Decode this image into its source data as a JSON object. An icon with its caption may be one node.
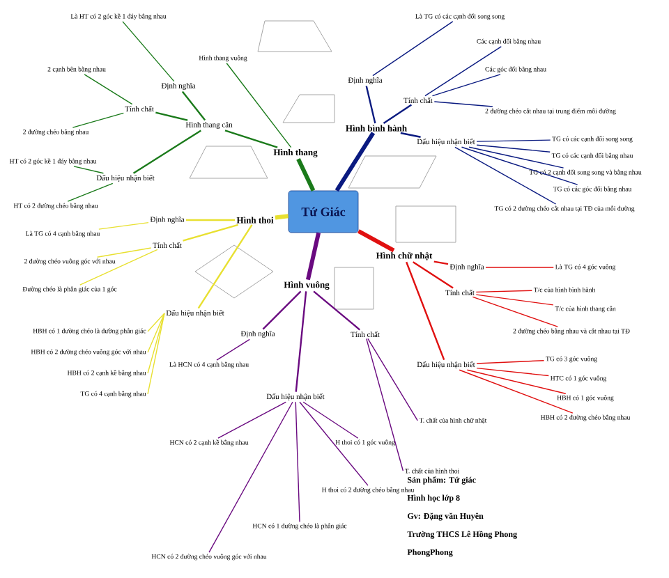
{
  "diagram": {
    "nodes": [
      {
        "text": [
          "Tứ Giác"
        ]
      },
      {
        "text": [
          "Hình thang"
        ]
      },
      {
        "text": [
          "Hình thang cân"
        ]
      },
      {
        "text": [
          "Hình thang vuông"
        ]
      },
      {
        "text": [
          "Định nghĩa"
        ]
      },
      {
        "text": [
          "Là HT có 2 góc kề 1 đáy bằng nhau"
        ]
      },
      {
        "text": [
          "Tính chất"
        ]
      },
      {
        "text": [
          "2 cạnh bên bằng nhau"
        ]
      },
      {
        "text": [
          "2 đường chéo bằng nhau"
        ]
      },
      {
        "text": [
          "Dấu hiệu nhận biết"
        ]
      },
      {
        "text": [
          "HT có 2 góc kề 1 đáy bằng nhau"
        ]
      },
      {
        "text": [
          "HT có 2 đường chéo bằng nhau"
        ]
      },
      {
        "text": [
          "Hình bình hành"
        ]
      },
      {
        "text": [
          "Định nghĩa"
        ]
      },
      {
        "text": [
          "Là TG có các cạnh đối song song"
        ]
      },
      {
        "text": [
          "Tính chất"
        ]
      },
      {
        "text": [
          "Các cạnh đối bằng nhau"
        ]
      },
      {
        "text": [
          "Các góc đối bằng nhau"
        ]
      },
      {
        "text": [
          "2 đường chéo cắt nhau tại trung điểm mỗi đường"
        ]
      },
      {
        "text": [
          "Dấu hiệu nhận biết"
        ]
      },
      {
        "text": [
          "TG có các cạnh đối song song"
        ]
      },
      {
        "text": [
          "TG có các cạnh đối bằng nhau"
        ]
      },
      {
        "text": [
          "TG có 2 cạnh đối song song và bằng nhau"
        ]
      },
      {
        "text": [
          "TG có các góc đối bằng nhau"
        ]
      },
      {
        "text": [
          "TG có 2 đường chéo cắt nhau tại TĐ của mỗi đường"
        ]
      },
      {
        "text": [
          "Hình chữ nhật"
        ]
      },
      {
        "text": [
          "Định nghĩa"
        ]
      },
      {
        "text": [
          "Là TG có 4 góc vuông"
        ]
      },
      {
        "text": [
          "Tính chất"
        ]
      },
      {
        "text": [
          "T/c của hình bình hành"
        ]
      },
      {
        "text": [
          "T/c của hình thang cân"
        ]
      },
      {
        "text": [
          "2 đường chéo bằng nhau và cắt nhau tại TĐ"
        ]
      },
      {
        "text": [
          "Dấu hiệu nhận biết"
        ]
      },
      {
        "text": [
          "TG có 3 góc vuông"
        ]
      },
      {
        "text": [
          "HTC có 1 góc vuông"
        ]
      },
      {
        "text": [
          "HBH có 1 góc vuông"
        ]
      },
      {
        "text": [
          "HBH có 2 đường chéo bằng nhau"
        ]
      },
      {
        "text": [
          "Hình thoi"
        ]
      },
      {
        "text": [
          "Định nghĩa"
        ]
      },
      {
        "text": [
          "Là TG có 4 cạnh bằng nhau"
        ]
      },
      {
        "text": [
          "Tính chất"
        ]
      },
      {
        "text": [
          "2 đường chéo vuông góc với nhau"
        ]
      },
      {
        "text": [
          "Đường chéo là phân giác của 1 góc"
        ]
      },
      {
        "text": [
          "Dấu hiệu nhận biết"
        ]
      },
      {
        "text": [
          "HBH có 1 đường chéo là đường phân giác"
        ]
      },
      {
        "text": [
          "HBH có 2 đường chéo vuông góc với nhau"
        ]
      },
      {
        "text": [
          "HBH có 2 cạnh kề bằng nhau"
        ]
      },
      {
        "text": [
          "TG có 4 cạnh bằng nhau"
        ]
      },
      {
        "text": [
          "Hình vuông"
        ]
      },
      {
        "text": [
          "Định nghĩa"
        ]
      },
      {
        "text": [
          "Là HCN có 4 cạnh bằng nhau"
        ]
      },
      {
        "text": [
          "Tính chất"
        ]
      },
      {
        "text": [
          "T. chất của hình chữ nhật"
        ]
      },
      {
        "text": [
          "T. chất của hình thoi"
        ]
      },
      {
        "text": [
          "Dấu hiệu nhận biết"
        ]
      },
      {
        "text": [
          "HCN có 2 cạnh kề bằng nhau"
        ]
      },
      {
        "text": [
          "HCN có 2 đường chéo vuông góc với nhau"
        ]
      },
      {
        "text": [
          "HCN có 1 đường chéo là phân giác"
        ]
      },
      {
        "text": [
          "H thoi có 1 góc vuông"
        ]
      },
      {
        "text": [
          "H thoi có 2 đường chéo bằng nhau"
        ]
      }
    ],
    "edges": [
      {
        "from": 0,
        "to": 1,
        "arrow": "none",
        "style": "thick",
        "color": "#1a7a1a"
      },
      {
        "from": 1,
        "to": 2,
        "arrow": "none",
        "color": "#1a7a1a"
      },
      {
        "from": 1,
        "to": 3,
        "arrow": "none",
        "color": "#1a7a1a"
      },
      {
        "from": 2,
        "to": 4,
        "arrow": "none",
        "color": "#1a7a1a"
      },
      {
        "from": 4,
        "to": 5,
        "arrow": "none",
        "color": "#1a7a1a"
      },
      {
        "from": 2,
        "to": 6,
        "arrow": "none",
        "color": "#1a7a1a"
      },
      {
        "from": 6,
        "to": 7,
        "arrow": "none",
        "color": "#1a7a1a"
      },
      {
        "from": 6,
        "to": 8,
        "arrow": "none",
        "color": "#1a7a1a"
      },
      {
        "from": 2,
        "to": 9,
        "arrow": "none",
        "color": "#1a7a1a"
      },
      {
        "from": 9,
        "to": 10,
        "arrow": "none",
        "color": "#1a7a1a"
      },
      {
        "from": 9,
        "to": 11,
        "arrow": "none",
        "color": "#1a7a1a"
      },
      {
        "from": 0,
        "to": 12,
        "arrow": "none",
        "style": "thick",
        "color": "#0a1a80"
      },
      {
        "from": 12,
        "to": 13,
        "arrow": "none",
        "color": "#0a1a80"
      },
      {
        "from": 13,
        "to": 14,
        "arrow": "none",
        "color": "#0a1a80"
      },
      {
        "from": 12,
        "to": 15,
        "arrow": "none",
        "color": "#0a1a80"
      },
      {
        "from": 15,
        "to": 16,
        "arrow": "none",
        "color": "#0a1a80"
      },
      {
        "from": 15,
        "to": 17,
        "arrow": "none",
        "color": "#0a1a80"
      },
      {
        "from": 15,
        "to": 18,
        "arrow": "none",
        "color": "#0a1a80"
      },
      {
        "from": 12,
        "to": 19,
        "arrow": "none",
        "color": "#0a1a80"
      },
      {
        "from": 19,
        "to": 20,
        "arrow": "none",
        "color": "#0a1a80"
      },
      {
        "from": 19,
        "to": 21,
        "arrow": "none",
        "color": "#0a1a80"
      },
      {
        "from": 19,
        "to": 22,
        "arrow": "none",
        "color": "#0a1a80"
      },
      {
        "from": 19,
        "to": 23,
        "arrow": "none",
        "color": "#0a1a80"
      },
      {
        "from": 19,
        "to": 24,
        "arrow": "none",
        "color": "#0a1a80"
      },
      {
        "from": 0,
        "to": 25,
        "arrow": "none",
        "style": "thick",
        "color": "#e01010"
      },
      {
        "from": 25,
        "to": 26,
        "arrow": "none",
        "color": "#e01010"
      },
      {
        "from": 26,
        "to": 27,
        "arrow": "none",
        "color": "#e01010"
      },
      {
        "from": 25,
        "to": 28,
        "arrow": "none",
        "color": "#e01010"
      },
      {
        "from": 28,
        "to": 29,
        "arrow": "none",
        "color": "#e01010"
      },
      {
        "from": 28,
        "to": 30,
        "arrow": "none",
        "color": "#e01010"
      },
      {
        "from": 28,
        "to": 31,
        "arrow": "none",
        "color": "#e01010"
      },
      {
        "from": 25,
        "to": 32,
        "arrow": "none",
        "color": "#e01010"
      },
      {
        "from": 32,
        "to": 33,
        "arrow": "none",
        "color": "#e01010"
      },
      {
        "from": 32,
        "to": 34,
        "arrow": "none",
        "color": "#e01010"
      },
      {
        "from": 32,
        "to": 35,
        "arrow": "none",
        "color": "#e01010"
      },
      {
        "from": 32,
        "to": 36,
        "arrow": "none",
        "color": "#e01010"
      },
      {
        "from": 0,
        "to": 37,
        "arrow": "none",
        "style": "thick",
        "color": "#e8e030"
      },
      {
        "from": 37,
        "to": 38,
        "arrow": "none",
        "color": "#e8e030"
      },
      {
        "from": 38,
        "to": 39,
        "arrow": "none",
        "color": "#e8e030"
      },
      {
        "from": 37,
        "to": 40,
        "arrow": "none",
        "color": "#e8e030"
      },
      {
        "from": 40,
        "to": 41,
        "arrow": "none",
        "color": "#e8e030"
      },
      {
        "from": 40,
        "to": 42,
        "arrow": "none",
        "color": "#e8e030"
      },
      {
        "from": 37,
        "to": 43,
        "arrow": "none",
        "color": "#e8e030"
      },
      {
        "from": 43,
        "to": 44,
        "arrow": "none",
        "color": "#e8e030"
      },
      {
        "from": 43,
        "to": 45,
        "arrow": "none",
        "color": "#e8e030"
      },
      {
        "from": 43,
        "to": 46,
        "arrow": "none",
        "color": "#e8e030"
      },
      {
        "from": 43,
        "to": 47,
        "arrow": "none",
        "color": "#e8e030"
      },
      {
        "from": 0,
        "to": 48,
        "arrow": "none",
        "style": "thick",
        "color": "#6a0a80"
      },
      {
        "from": 48,
        "to": 49,
        "arrow": "none",
        "color": "#6a0a80"
      },
      {
        "from": 49,
        "to": 50,
        "arrow": "none",
        "color": "#6a0a80"
      },
      {
        "from": 48,
        "to": 51,
        "arrow": "none",
        "color": "#6a0a80"
      },
      {
        "from": 51,
        "to": 52,
        "arrow": "none",
        "color": "#6a0a80"
      },
      {
        "from": 51,
        "to": 53,
        "arrow": "none",
        "color": "#6a0a80"
      },
      {
        "from": 48,
        "to": 54,
        "arrow": "none",
        "color": "#6a0a80"
      },
      {
        "from": 54,
        "to": 55,
        "arrow": "none",
        "color": "#6a0a80"
      },
      {
        "from": 54,
        "to": 56,
        "arrow": "none",
        "color": "#6a0a80"
      },
      {
        "from": 54,
        "to": 57,
        "arrow": "none",
        "color": "#6a0a80"
      },
      {
        "from": 54,
        "to": 58,
        "arrow": "none",
        "color": "#6a0a80"
      },
      {
        "from": 54,
        "to": 59,
        "arrow": "none",
        "color": "#6a0a80"
      }
    ],
    "labels": [
      "Sản phẩm: Tứ giác",
      "Hình học lớp 8",
      "Gv: Đặng văn Huyên",
      "Trường THCS Lê Hồng Phong",
      "PhongPhong"
    ]
  }
}
